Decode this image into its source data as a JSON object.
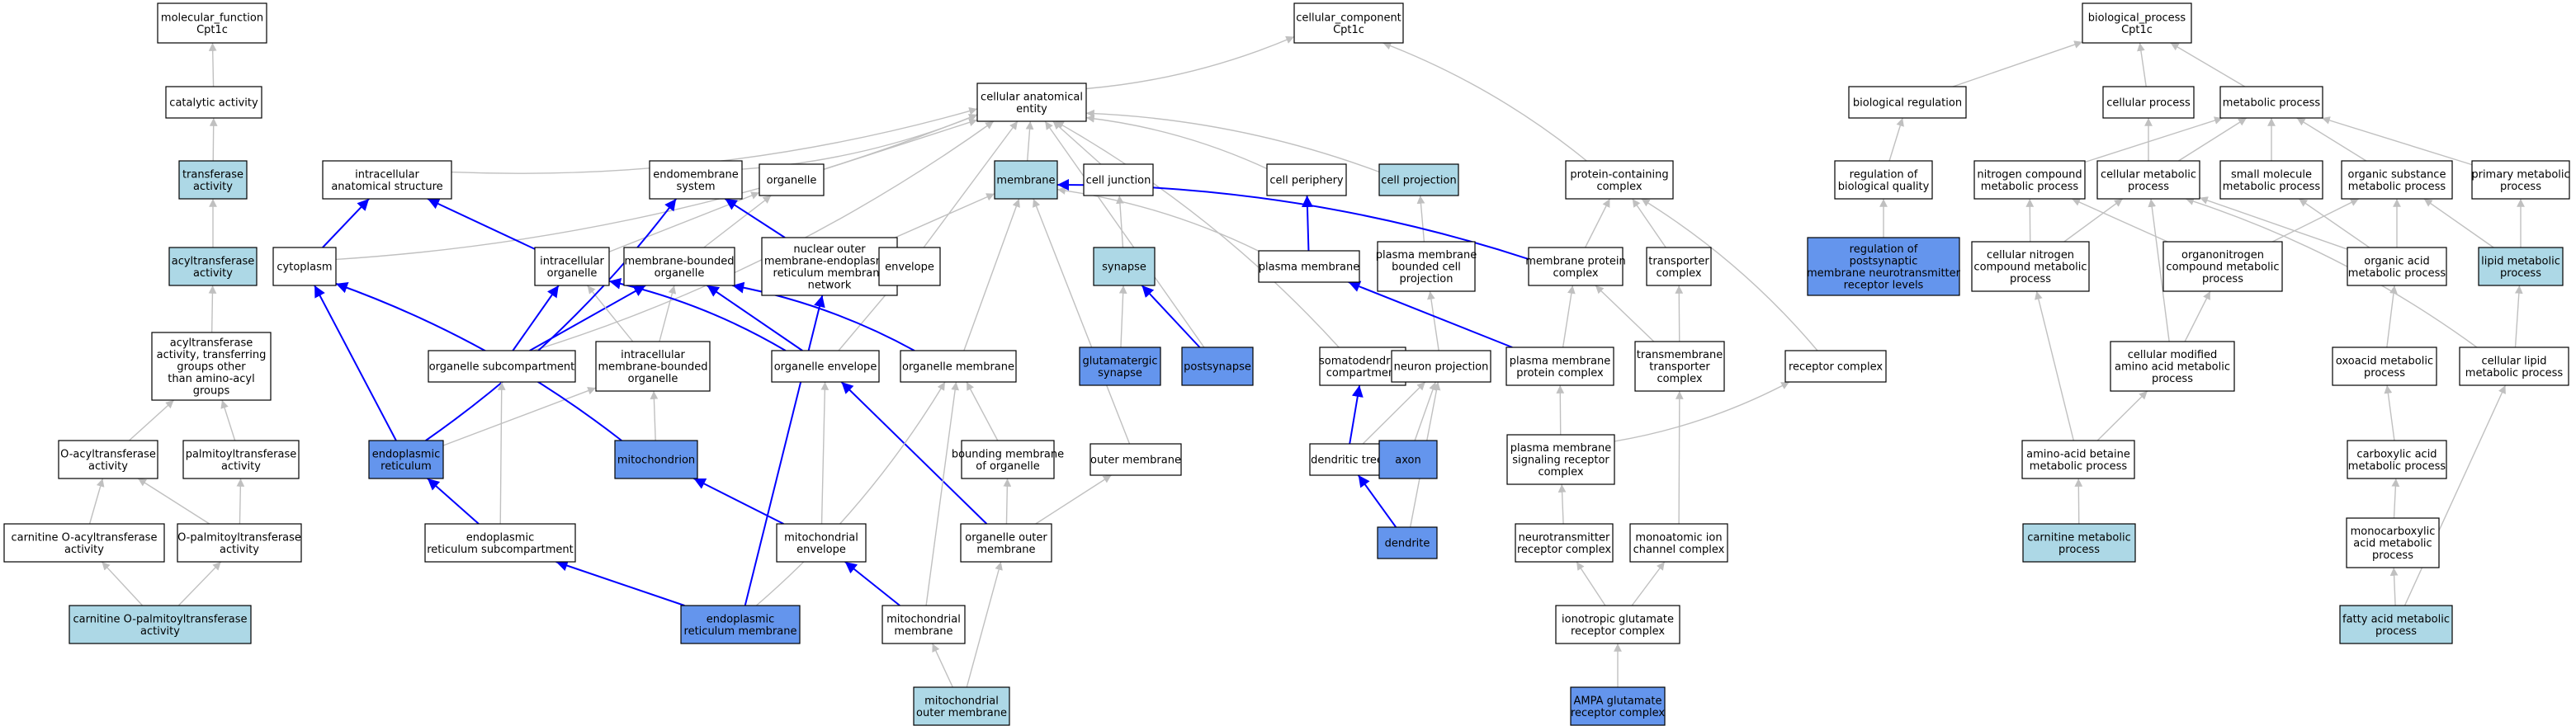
{
  "colors": {
    "plain": "#ffffff",
    "light": "#add8e6",
    "dark": "#6495ed",
    "gray_edge": "#c0c0c0",
    "blue_edge": "#0000ff"
  },
  "nodes": {
    "mf_root": {
      "lines": [
        "molecular_function",
        "Cpt1c"
      ],
      "fill": "plain"
    },
    "cat_act": {
      "lines": [
        "catalytic activity"
      ],
      "fill": "plain"
    },
    "transferase": {
      "lines": [
        "transferase",
        "activity"
      ],
      "fill": "light"
    },
    "acyltransferase": {
      "lines": [
        "acyltransferase",
        "activity"
      ],
      "fill": "light"
    },
    "acyl_other": {
      "lines": [
        "acyltransferase",
        "activity, transferring",
        "groups other",
        "than amino-acyl",
        "groups"
      ],
      "fill": "plain"
    },
    "o_acyl": {
      "lines": [
        "O-acyltransferase",
        "activity"
      ],
      "fill": "plain"
    },
    "palmitoyl": {
      "lines": [
        "palmitoyltransferase",
        "activity"
      ],
      "fill": "plain"
    },
    "carnitine_o_acyl": {
      "lines": [
        "carnitine O-acyltransferase",
        "activity"
      ],
      "fill": "plain"
    },
    "o_palmitoyl": {
      "lines": [
        "O-palmitoyltransferase",
        "activity"
      ],
      "fill": "plain"
    },
    "cpt": {
      "lines": [
        "carnitine O-palmitoyltransferase",
        "activity"
      ],
      "fill": "light"
    },
    "cc_root": {
      "lines": [
        "cellular_component",
        "Cpt1c"
      ],
      "fill": "plain"
    },
    "cae": {
      "lines": [
        "cellular anatomical",
        "entity"
      ],
      "fill": "plain"
    },
    "ias": {
      "lines": [
        "intracellular",
        "anatomical structure"
      ],
      "fill": "plain"
    },
    "endomembrane": {
      "lines": [
        "endomembrane",
        "system"
      ],
      "fill": "plain"
    },
    "organelle": {
      "lines": [
        "organelle"
      ],
      "fill": "plain"
    },
    "membrane": {
      "lines": [
        "membrane"
      ],
      "fill": "light"
    },
    "cell_junction": {
      "lines": [
        "cell junction"
      ],
      "fill": "plain"
    },
    "cell_periphery": {
      "lines": [
        "cell periphery"
      ],
      "fill": "plain"
    },
    "cell_projection": {
      "lines": [
        "cell projection"
      ],
      "fill": "light"
    },
    "protein_complex": {
      "lines": [
        "protein-containing",
        "complex"
      ],
      "fill": "plain"
    },
    "cytoplasm": {
      "lines": [
        "cytoplasm"
      ],
      "fill": "plain"
    },
    "intra_org": {
      "lines": [
        "intracellular",
        "organelle"
      ],
      "fill": "plain"
    },
    "mbo": {
      "lines": [
        "membrane-bounded",
        "organelle"
      ],
      "fill": "plain"
    },
    "nuc_er": {
      "lines": [
        "nuclear outer",
        "membrane-endoplasmic",
        "reticulum membrane",
        "network"
      ],
      "fill": "plain"
    },
    "envelope": {
      "lines": [
        "envelope"
      ],
      "fill": "plain"
    },
    "synapse": {
      "lines": [
        "synapse"
      ],
      "fill": "light"
    },
    "plasma_membrane": {
      "lines": [
        "plasma membrane"
      ],
      "fill": "plain"
    },
    "pm_bounded": {
      "lines": [
        "plasma membrane",
        "bounded cell",
        "projection"
      ],
      "fill": "plain"
    },
    "mpc": {
      "lines": [
        "membrane protein",
        "complex"
      ],
      "fill": "plain"
    },
    "transporter_complex": {
      "lines": [
        "transporter",
        "complex"
      ],
      "fill": "plain"
    },
    "org_subcomp": {
      "lines": [
        "organelle subcompartment"
      ],
      "fill": "plain"
    },
    "imbo": {
      "lines": [
        "intracellular",
        "membrane-bounded",
        "organelle"
      ],
      "fill": "plain"
    },
    "org_env": {
      "lines": [
        "organelle envelope"
      ],
      "fill": "plain"
    },
    "org_membrane": {
      "lines": [
        "organelle membrane"
      ],
      "fill": "plain"
    },
    "glut_syn": {
      "lines": [
        "glutamatergic",
        "synapse"
      ],
      "fill": "dark"
    },
    "postsynapse": {
      "lines": [
        "postsynapse"
      ],
      "fill": "dark"
    },
    "somatodendritic": {
      "lines": [
        "somatodendritic",
        "compartment"
      ],
      "fill": "plain"
    },
    "neuron_proj": {
      "lines": [
        "neuron projection"
      ],
      "fill": "plain"
    },
    "pm_protein_complex": {
      "lines": [
        "plasma membrane",
        "protein complex"
      ],
      "fill": "plain"
    },
    "tm_transporter": {
      "lines": [
        "transmembrane",
        "transporter",
        "complex"
      ],
      "fill": "plain"
    },
    "receptor_complex": {
      "lines": [
        "receptor complex"
      ],
      "fill": "plain"
    },
    "er": {
      "lines": [
        "endoplasmic",
        "reticulum"
      ],
      "fill": "dark"
    },
    "mitochondrion": {
      "lines": [
        "mitochondrion"
      ],
      "fill": "dark"
    },
    "bounding_membrane": {
      "lines": [
        "bounding membrane",
        "of organelle"
      ],
      "fill": "plain"
    },
    "outer_membrane": {
      "lines": [
        "outer membrane"
      ],
      "fill": "plain"
    },
    "dendritic_tree": {
      "lines": [
        "dendritic tree"
      ],
      "fill": "plain"
    },
    "axon": {
      "lines": [
        "axon"
      ],
      "fill": "dark"
    },
    "pm_signaling": {
      "lines": [
        "plasma membrane",
        "signaling receptor",
        "complex"
      ],
      "fill": "plain"
    },
    "er_subcomp": {
      "lines": [
        "endoplasmic",
        "reticulum subcompartment"
      ],
      "fill": "plain"
    },
    "mito_env": {
      "lines": [
        "mitochondrial",
        "envelope"
      ],
      "fill": "plain"
    },
    "org_outer_membrane": {
      "lines": [
        "organelle outer",
        "membrane"
      ],
      "fill": "plain"
    },
    "dendrite": {
      "lines": [
        "dendrite"
      ],
      "fill": "dark"
    },
    "nt_receptor": {
      "lines": [
        "neurotransmitter",
        "receptor complex"
      ],
      "fill": "plain"
    },
    "monoatomic": {
      "lines": [
        "monoatomic ion",
        "channel complex"
      ],
      "fill": "plain"
    },
    "er_membrane": {
      "lines": [
        "endoplasmic",
        "reticulum membrane"
      ],
      "fill": "dark"
    },
    "mito_membrane": {
      "lines": [
        "mitochondrial",
        "membrane"
      ],
      "fill": "plain"
    },
    "iono_glut": {
      "lines": [
        "ionotropic glutamate",
        "receptor complex"
      ],
      "fill": "plain"
    },
    "mito_outer": {
      "lines": [
        "mitochondrial",
        "outer membrane"
      ],
      "fill": "light"
    },
    "ampa": {
      "lines": [
        "AMPA glutamate",
        "receptor complex"
      ],
      "fill": "dark"
    },
    "bp_root": {
      "lines": [
        "biological_process",
        "Cpt1c"
      ],
      "fill": "plain"
    },
    "bio_reg": {
      "lines": [
        "biological regulation"
      ],
      "fill": "plain"
    },
    "cell_process": {
      "lines": [
        "cellular process"
      ],
      "fill": "plain"
    },
    "met_process": {
      "lines": [
        "metabolic process"
      ],
      "fill": "plain"
    },
    "reg_quality": {
      "lines": [
        "regulation of",
        "biological quality"
      ],
      "fill": "plain"
    },
    "nitrogen_cmp": {
      "lines": [
        "nitrogen compound",
        "metabolic process"
      ],
      "fill": "plain"
    },
    "cell_met": {
      "lines": [
        "cellular metabolic",
        "process"
      ],
      "fill": "plain"
    },
    "small_mol": {
      "lines": [
        "small molecule",
        "metabolic process"
      ],
      "fill": "plain"
    },
    "org_sub": {
      "lines": [
        "organic substance",
        "metabolic process"
      ],
      "fill": "plain"
    },
    "primary_met": {
      "lines": [
        "primary metabolic",
        "process"
      ],
      "fill": "plain"
    },
    "reg_psn": {
      "lines": [
        "regulation of",
        "postsynaptic",
        "membrane neurotransmitter",
        "receptor levels"
      ],
      "fill": "dark"
    },
    "cell_nitrogen": {
      "lines": [
        "cellular nitrogen",
        "compound metabolic",
        "process"
      ],
      "fill": "plain"
    },
    "organonitrogen": {
      "lines": [
        "organonitrogen",
        "compound metabolic",
        "process"
      ],
      "fill": "plain"
    },
    "organic_acid": {
      "lines": [
        "organic acid",
        "metabolic process"
      ],
      "fill": "plain"
    },
    "lipid_met": {
      "lines": [
        "lipid metabolic",
        "process"
      ],
      "fill": "light"
    },
    "cell_mod_aa": {
      "lines": [
        "cellular modified",
        "amino acid metabolic",
        "process"
      ],
      "fill": "plain"
    },
    "oxoacid": {
      "lines": [
        "oxoacid metabolic",
        "process"
      ],
      "fill": "plain"
    },
    "cell_lipid": {
      "lines": [
        "cellular lipid",
        "metabolic process"
      ],
      "fill": "plain"
    },
    "aa_betaine": {
      "lines": [
        "amino-acid betaine",
        "metabolic process"
      ],
      "fill": "plain"
    },
    "carboxylic": {
      "lines": [
        "carboxylic acid",
        "metabolic process"
      ],
      "fill": "plain"
    },
    "carnitine_met": {
      "lines": [
        "carnitine metabolic",
        "process"
      ],
      "fill": "light"
    },
    "monocarboxylic": {
      "lines": [
        "monocarboxylic",
        "acid metabolic",
        "process"
      ],
      "fill": "plain"
    },
    "fatty_acid": {
      "lines": [
        "fatty acid metabolic",
        "process"
      ],
      "fill": "light"
    }
  },
  "edges": [
    [
      "cat_act",
      "mf_root",
      "gray"
    ],
    [
      "transferase",
      "cat_act",
      "gray"
    ],
    [
      "acyltransferase",
      "transferase",
      "gray"
    ],
    [
      "acyl_other",
      "acyltransferase",
      "gray"
    ],
    [
      "o_acyl",
      "acyl_other",
      "gray"
    ],
    [
      "palmitoyl",
      "acyl_other",
      "gray"
    ],
    [
      "carnitine_o_acyl",
      "o_acyl",
      "gray"
    ],
    [
      "o_palmitoyl",
      "o_acyl",
      "gray"
    ],
    [
      "o_palmitoyl",
      "palmitoyl",
      "gray"
    ],
    [
      "cpt",
      "carnitine_o_acyl",
      "gray"
    ],
    [
      "cpt",
      "o_palmitoyl",
      "gray"
    ],
    [
      "cae",
      "cc_root",
      "gray"
    ],
    [
      "protein_complex",
      "cc_root",
      "gray"
    ],
    [
      "ias",
      "cae",
      "gray"
    ],
    [
      "endomembrane",
      "cae",
      "gray"
    ],
    [
      "organelle",
      "cae",
      "gray"
    ],
    [
      "membrane",
      "cae",
      "gray"
    ],
    [
      "cell_junction",
      "cae",
      "gray"
    ],
    [
      "cell_periphery",
      "cae",
      "gray"
    ],
    [
      "cell_projection",
      "cae",
      "gray"
    ],
    [
      "cytoplasm",
      "cae",
      "gray"
    ],
    [
      "envelope",
      "cae",
      "gray"
    ],
    [
      "org_subcomp",
      "cae",
      "gray"
    ],
    [
      "somatodendritic",
      "cae",
      "gray"
    ],
    [
      "postsynapse",
      "cae",
      "gray"
    ],
    [
      "cytoplasm",
      "ias",
      "blue"
    ],
    [
      "intra_org",
      "ias",
      "blue"
    ],
    [
      "intra_org",
      "organelle",
      "gray"
    ],
    [
      "mbo",
      "organelle",
      "gray"
    ],
    [
      "nuc_er",
      "endomembrane",
      "blue"
    ],
    [
      "nuc_er",
      "membrane",
      "gray"
    ],
    [
      "synapse",
      "cell_junction",
      "gray"
    ],
    [
      "plasma_membrane",
      "cell_periphery",
      "blue"
    ],
    [
      "plasma_membrane",
      "membrane",
      "gray"
    ],
    [
      "pm_bounded",
      "cell_projection",
      "gray"
    ],
    [
      "mpc",
      "protein_complex",
      "gray"
    ],
    [
      "mpc",
      "membrane",
      "blue"
    ],
    [
      "transporter_complex",
      "protein_complex",
      "gray"
    ],
    [
      "receptor_complex",
      "protein_complex",
      "gray"
    ],
    [
      "org_subcomp",
      "intra_org",
      "blue"
    ],
    [
      "org_subcomp",
      "mbo",
      "blue"
    ],
    [
      "imbo",
      "intra_org",
      "gray"
    ],
    [
      "imbo",
      "mbo",
      "gray"
    ],
    [
      "org_env",
      "envelope",
      "gray"
    ],
    [
      "org_env",
      "intra_org",
      "blue"
    ],
    [
      "org_env",
      "mbo",
      "blue"
    ],
    [
      "org_membrane",
      "membrane",
      "gray"
    ],
    [
      "org_membrane",
      "mbo",
      "blue"
    ],
    [
      "glut_syn",
      "synapse",
      "gray"
    ],
    [
      "postsynapse",
      "synapse",
      "blue"
    ],
    [
      "neuron_proj",
      "pm_bounded",
      "gray"
    ],
    [
      "pm_protein_complex",
      "mpc",
      "gray"
    ],
    [
      "pm_protein_complex",
      "plasma_membrane",
      "blue"
    ],
    [
      "tm_transporter",
      "mpc",
      "gray"
    ],
    [
      "tm_transporter",
      "transporter_complex",
      "gray"
    ],
    [
      "er",
      "cytoplasm",
      "blue"
    ],
    [
      "er",
      "endomembrane",
      "blue"
    ],
    [
      "er",
      "imbo",
      "gray"
    ],
    [
      "mitochondrion",
      "cytoplasm",
      "blue"
    ],
    [
      "mitochondrion",
      "imbo",
      "gray"
    ],
    [
      "bounding_membrane",
      "org_membrane",
      "gray"
    ],
    [
      "outer_membrane",
      "membrane",
      "gray"
    ],
    [
      "dendritic_tree",
      "somatodendritic",
      "blue"
    ],
    [
      "dendritic_tree",
      "neuron_proj",
      "gray"
    ],
    [
      "axon",
      "neuron_proj",
      "gray"
    ],
    [
      "pm_signaling",
      "pm_protein_complex",
      "gray"
    ],
    [
      "pm_signaling",
      "receptor_complex",
      "gray"
    ],
    [
      "er_subcomp",
      "er",
      "blue"
    ],
    [
      "er_subcomp",
      "org_subcomp",
      "gray"
    ],
    [
      "mito_env",
      "org_env",
      "gray"
    ],
    [
      "mito_env",
      "mitochondrion",
      "blue"
    ],
    [
      "org_outer_membrane",
      "org_env",
      "blue"
    ],
    [
      "org_outer_membrane",
      "bounding_membrane",
      "gray"
    ],
    [
      "org_outer_membrane",
      "outer_membrane",
      "gray"
    ],
    [
      "dendrite",
      "dendritic_tree",
      "blue"
    ],
    [
      "dendrite",
      "neuron_proj",
      "gray"
    ],
    [
      "nt_receptor",
      "pm_signaling",
      "gray"
    ],
    [
      "monoatomic",
      "tm_transporter",
      "gray"
    ],
    [
      "er_membrane",
      "er_subcomp",
      "blue"
    ],
    [
      "er_membrane",
      "nuc_er",
      "blue"
    ],
    [
      "er_membrane",
      "org_membrane",
      "gray"
    ],
    [
      "mito_membrane",
      "mito_env",
      "blue"
    ],
    [
      "mito_membrane",
      "org_membrane",
      "gray"
    ],
    [
      "iono_glut",
      "nt_receptor",
      "gray"
    ],
    [
      "iono_glut",
      "monoatomic",
      "gray"
    ],
    [
      "mito_outer",
      "mito_membrane",
      "gray"
    ],
    [
      "mito_outer",
      "org_outer_membrane",
      "gray"
    ],
    [
      "ampa",
      "iono_glut",
      "gray"
    ],
    [
      "bio_reg",
      "bp_root",
      "gray"
    ],
    [
      "cell_process",
      "bp_root",
      "gray"
    ],
    [
      "met_process",
      "bp_root",
      "gray"
    ],
    [
      "reg_quality",
      "bio_reg",
      "gray"
    ],
    [
      "reg_psn",
      "reg_quality",
      "gray"
    ],
    [
      "nitrogen_cmp",
      "met_process",
      "gray"
    ],
    [
      "cell_met",
      "met_process",
      "gray"
    ],
    [
      "cell_met",
      "cell_process",
      "gray"
    ],
    [
      "small_mol",
      "met_process",
      "gray"
    ],
    [
      "org_sub",
      "met_process",
      "gray"
    ],
    [
      "primary_met",
      "met_process",
      "gray"
    ],
    [
      "cell_nitrogen",
      "nitrogen_cmp",
      "gray"
    ],
    [
      "cell_nitrogen",
      "cell_met",
      "gray"
    ],
    [
      "organonitrogen",
      "nitrogen_cmp",
      "gray"
    ],
    [
      "organonitrogen",
      "org_sub",
      "gray"
    ],
    [
      "organic_acid",
      "cell_met",
      "gray"
    ],
    [
      "organic_acid",
      "small_mol",
      "gray"
    ],
    [
      "organic_acid",
      "org_sub",
      "gray"
    ],
    [
      "lipid_met",
      "org_sub",
      "gray"
    ],
    [
      "lipid_met",
      "primary_met",
      "gray"
    ],
    [
      "cell_mod_aa",
      "cell_met",
      "gray"
    ],
    [
      "cell_mod_aa",
      "organonitrogen",
      "gray"
    ],
    [
      "oxoacid",
      "organic_acid",
      "gray"
    ],
    [
      "cell_lipid",
      "cell_met",
      "gray"
    ],
    [
      "cell_lipid",
      "lipid_met",
      "gray"
    ],
    [
      "aa_betaine",
      "cell_mod_aa",
      "gray"
    ],
    [
      "aa_betaine",
      "cell_nitrogen",
      "gray"
    ],
    [
      "carboxylic",
      "oxoacid",
      "gray"
    ],
    [
      "carnitine_met",
      "aa_betaine",
      "gray"
    ],
    [
      "monocarboxylic",
      "carboxylic",
      "gray"
    ],
    [
      "fatty_acid",
      "monocarboxylic",
      "gray"
    ],
    [
      "fatty_acid",
      "cell_lipid",
      "gray"
    ]
  ]
}
